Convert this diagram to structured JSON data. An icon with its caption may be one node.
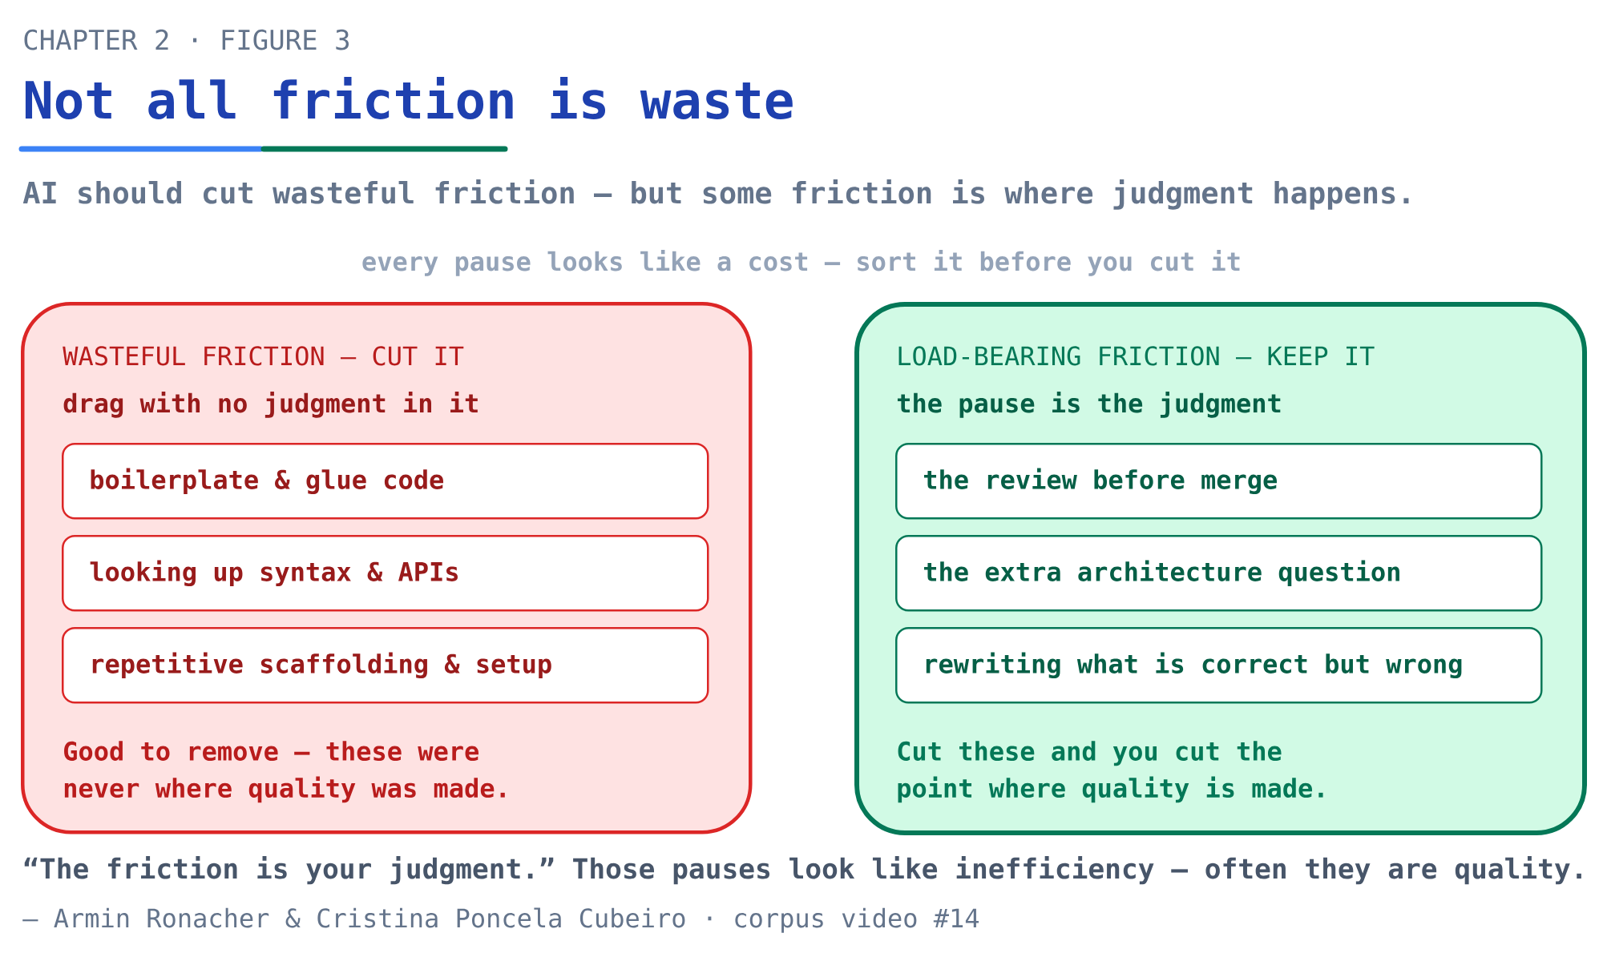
{
  "diagram": {
    "title": "Not all friction is waste",
    "nodes": [
      {
        "text": [
          "WASTEFUL FRICTION — CUT IT",
          "drag with no judgment in it",
          "Good to remove — these were never where quality was made."
        ]
      },
      {
        "text": [
          "boilerplate & glue code"
        ],
        "in": 0
      },
      {
        "text": [
          "looking up syntax & APIs"
        ],
        "in": 0
      },
      {
        "text": [
          "repetitive scaffolding & setup"
        ],
        "in": 0
      },
      {
        "text": [
          "LOAD-BEARING FRICTION — KEEP IT",
          "the pause is the judgment",
          "Cut these and you cut the point where quality is made."
        ]
      },
      {
        "text": [
          "the review before merge"
        ],
        "in": 4
      },
      {
        "text": [
          "the extra architecture question"
        ],
        "in": 4
      },
      {
        "text": [
          "rewriting what is correct but wrong"
        ],
        "in": 4
      }
    ],
    "labels": [
      "CHAPTER 2 · FIGURE 3",
      "AI should cut wasteful friction — but some friction is where judgment happens.",
      "every pause looks like a cost — sort it before you cut it",
      "“The friction is your judgment.” Those pauses look like inefficiency — often they are quality.",
      "— Armin Ronacher & Cristina Poncela Cubeiro · corpus video #14"
    ]
  }
}
